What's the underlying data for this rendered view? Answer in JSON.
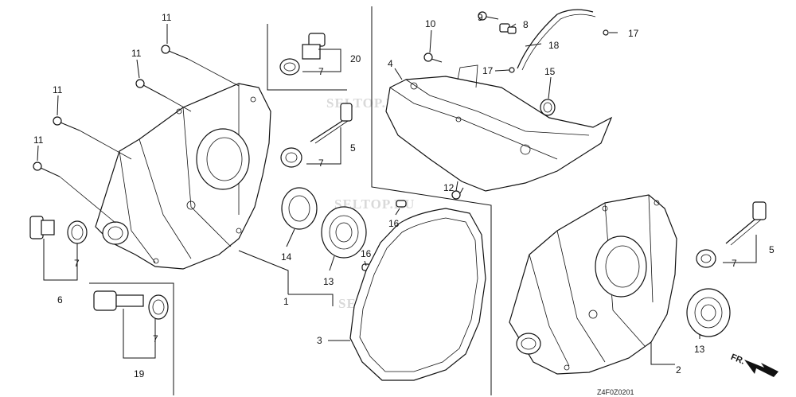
{
  "watermarks": [
    "SELTOP.RU",
    "SELTOP.RU",
    "SELTOP.RU"
  ],
  "callouts": {
    "c1": "1",
    "c2": "2",
    "c3": "3",
    "c4": "4",
    "c5a": "5",
    "c5b": "5",
    "c6": "6",
    "c7a": "7",
    "c7b": "7",
    "c7c": "7",
    "c7d": "7",
    "c7e": "7",
    "c8": "8",
    "c9": "9",
    "c10": "10",
    "c11a": "11",
    "c11b": "11",
    "c11c": "11",
    "c11d": "11",
    "c12": "12",
    "c13a": "13",
    "c13b": "13",
    "c14": "14",
    "c15": "15",
    "c16a": "16",
    "c16b": "16",
    "c17a": "17",
    "c17b": "17",
    "c18": "18",
    "c19": "19",
    "c20": "20"
  },
  "direction_label": "FR.",
  "drawing_code": "Z4F0Z0201"
}
